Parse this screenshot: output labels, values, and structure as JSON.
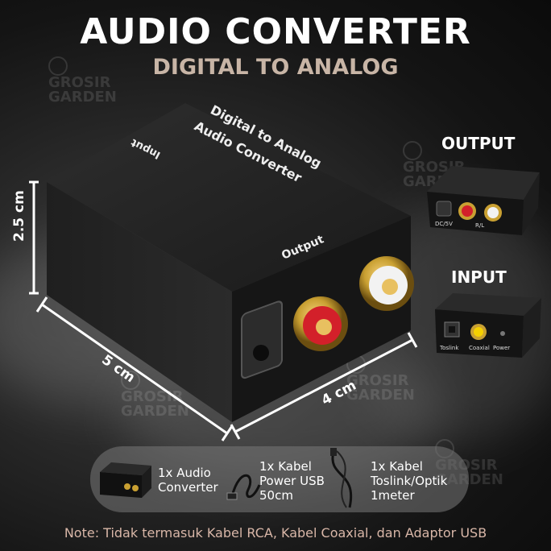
{
  "title": "AUDIO CONVERTER",
  "subtitle": "DIGITAL TO ANALOG",
  "watermark": "GROSIR GARDEN",
  "dimensions": {
    "height": "2.5 cm",
    "length": "5 cm",
    "width": "4 cm"
  },
  "device_label": {
    "name_line1": "Digital  to Analog",
    "name_line2": "Audio Converter",
    "input": "Input",
    "output": "Output"
  },
  "output_panel": {
    "heading": "OUTPUT",
    "dc_label": "DC/5V",
    "rl_label": "R/L"
  },
  "input_panel": {
    "heading": "INPUT",
    "toslink_label": "Toslink",
    "coaxial_label": "Coaxial",
    "power_label": "Power"
  },
  "package": [
    {
      "qty_line1": "1x Audio",
      "line2": "Converter",
      "line3": ""
    },
    {
      "qty_line1": "1x Kabel",
      "line2": "Power USB",
      "line3": "50cm"
    },
    {
      "qty_line1": "1x Kabel",
      "line2": "Toslink/Optik",
      "line3": "1meter"
    }
  ],
  "note": "Note: Tidak termasuk Kabel RCA, Kabel Coaxial, dan Adaptor USB",
  "colors": {
    "accent_text": "#c8b5a6",
    "note_text": "#d9b7a8",
    "rca_red": "#d3202a",
    "rca_white": "#f2f2f2",
    "gold": "#c9a032"
  }
}
